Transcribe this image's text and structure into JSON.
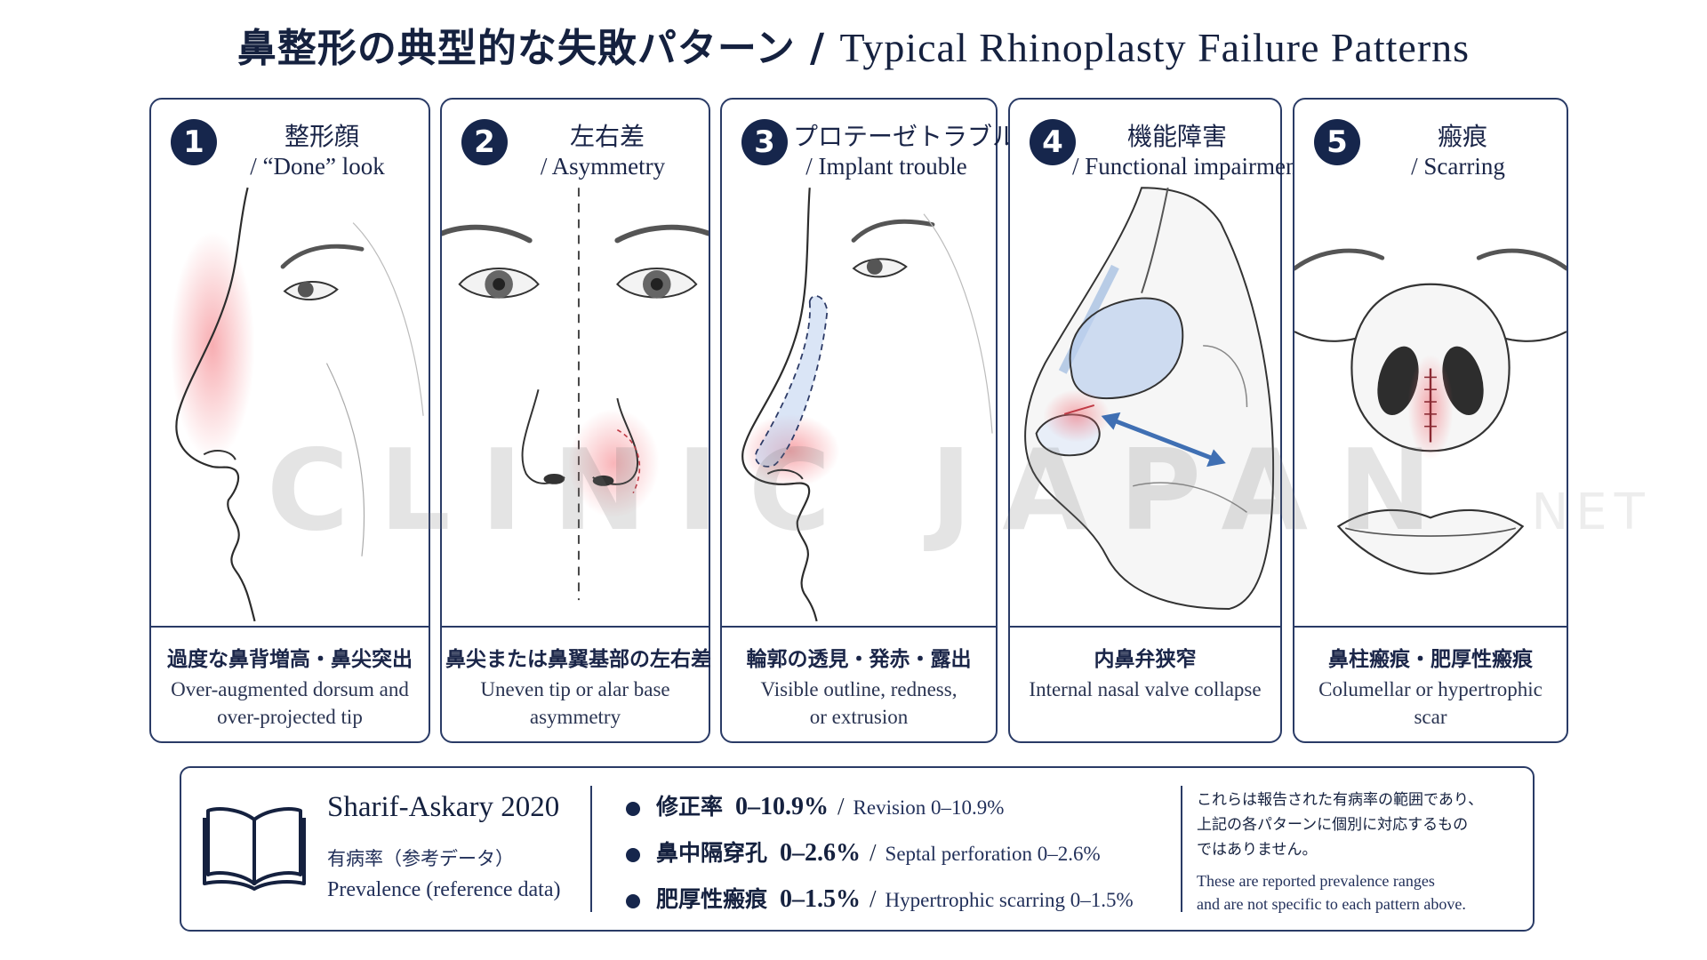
{
  "title": {
    "jp": "鼻整形の典型的な失敗パターン",
    "sep": " / ",
    "en": "Typical Rhinoplasty Failure Patterns"
  },
  "watermark": {
    "main": "CLINIC JAPAN",
    "suffix": "NET"
  },
  "panels": [
    {
      "num": "1",
      "jp": "整形顔",
      "en": "/ “Done” look",
      "cap_jp": "過度な鼻背増高・鼻尖突出",
      "cap_en": [
        "Over-augmented dorsum and",
        "over-projected tip"
      ],
      "icon": "profile-overaugmented-nose-icon"
    },
    {
      "num": "2",
      "jp": "左右差",
      "en": "/ Asymmetry",
      "cap_jp": "鼻尖または鼻翼基部の左右差",
      "cap_en": [
        "Uneven tip or alar base",
        "asymmetry"
      ],
      "icon": "frontal-asymmetric-nose-icon"
    },
    {
      "num": "3",
      "jp": "プロテーゼトラブル",
      "en": "/ Implant trouble",
      "cap_jp": "輪郭の透見・発赤・露出",
      "cap_en": [
        "Visible outline, redness,",
        "or extrusion"
      ],
      "icon": "profile-implant-outline-icon"
    },
    {
      "num": "4",
      "jp": "機能障害",
      "en": "/ Functional impairment",
      "cap_jp": "内鼻弁狭窄",
      "cap_en": [
        "Internal nasal valve collapse"
      ],
      "icon": "nasal-cross-section-icon"
    },
    {
      "num": "5",
      "jp": "瘢痕",
      "en": "/ Scarring",
      "cap_jp": "鼻柱瘢痕・肥厚性瘢痕",
      "cap_en": [
        "Columellar or hypertrophic scar"
      ],
      "icon": "columella-scar-icon"
    }
  ],
  "source": {
    "title": "Sharif-Askary 2020",
    "jp": "有病率（参考データ）",
    "en": "Prevalence (reference data)",
    "icon": "open-book-icon"
  },
  "stats": [
    {
      "jp": "修正率",
      "value": "0–10.9%",
      "sep": "/",
      "en": "Revision 0–10.9%"
    },
    {
      "jp": "鼻中隔穿孔",
      "value": "0–2.6%",
      "sep": "/",
      "en": "Septal perforation 0–2.6%"
    },
    {
      "jp": "肥厚性瘢痕",
      "value": "0–1.5%",
      "sep": "/",
      "en": "Hypertrophic scarring 0–1.5%"
    }
  ],
  "note": {
    "jp": [
      "これらは報告された有病率の範囲であり、",
      "上記の各パターンに個別に対応するもの",
      "ではありません。"
    ],
    "en": [
      "These are reported prevalence ranges",
      "and are not specific to each pattern above."
    ]
  },
  "colors": {
    "navy": "#16264c",
    "border": "#2a3b66",
    "red_highlight": "#e8505b",
    "blue_highlight": "#8fb0dc"
  }
}
